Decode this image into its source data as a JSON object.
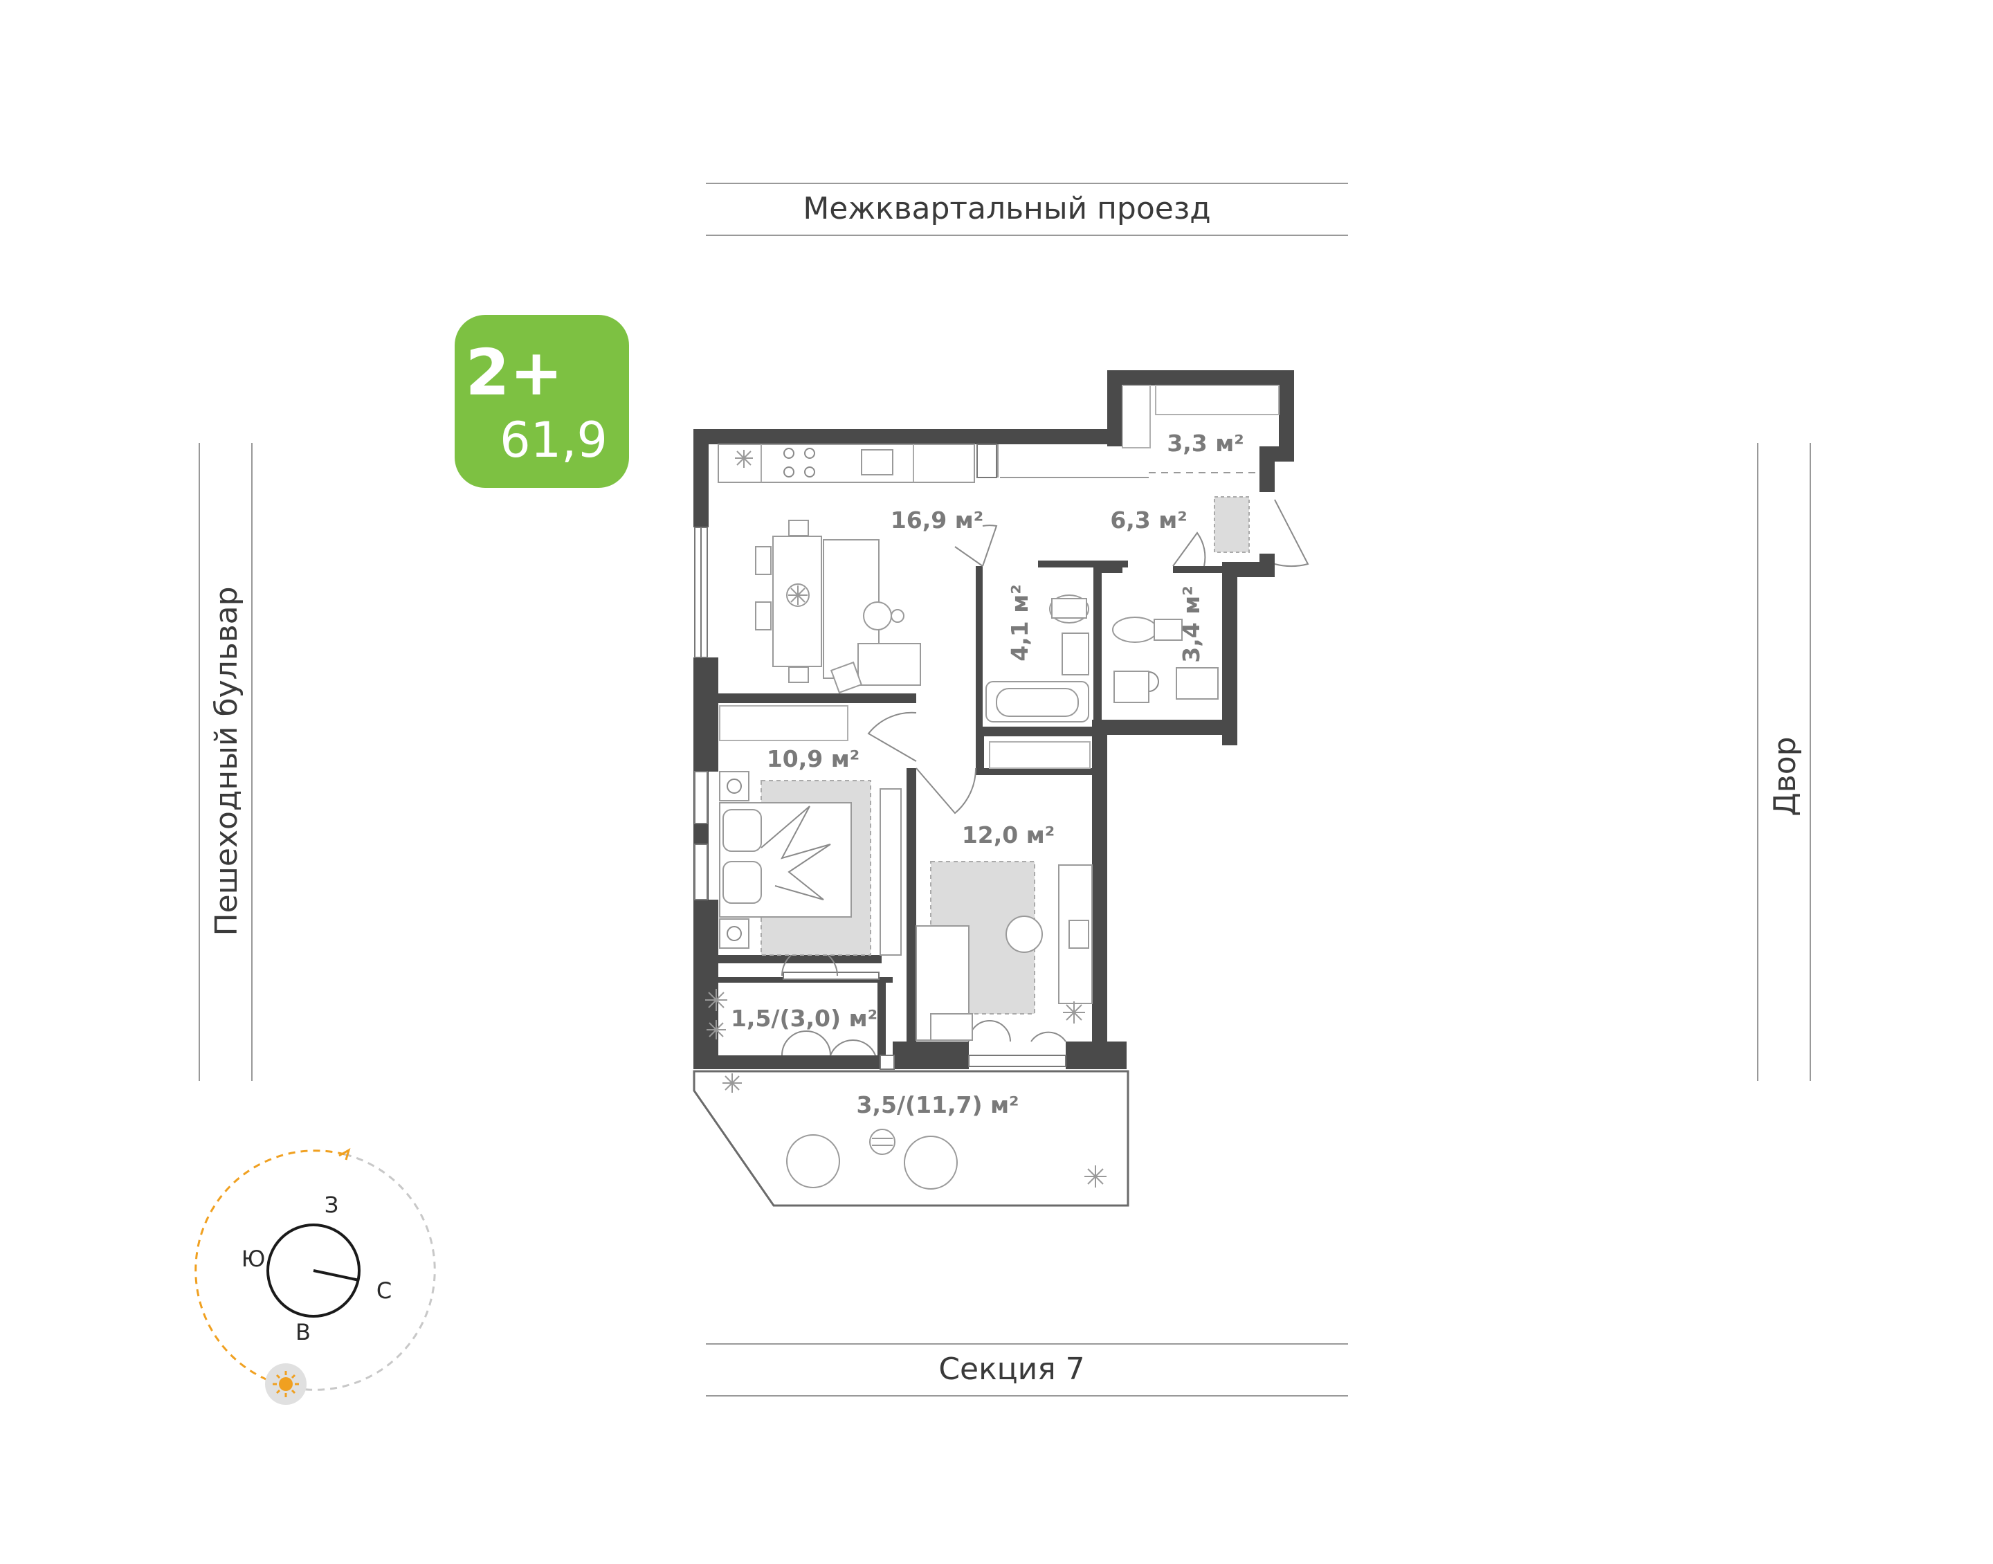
{
  "badge": {
    "rooms": "2+",
    "area": "61,9",
    "color": "#7dc142"
  },
  "streets": {
    "top": "Межквартальный проезд",
    "bottom": "Секция 7",
    "left": "Пешеходный бульвар",
    "right": "Двор"
  },
  "rooms": {
    "kitchen_living": "16,9 м²",
    "hall": "6,3 м²",
    "wardrobe": "3,3 м²",
    "bathroom": "4,1 м²",
    "wc": "3,4 м²",
    "bedroom": "10,9 м²",
    "room2": "12,0 м²",
    "loggia": "1,5/(3,0) м²",
    "balcony": "3,5/(11,7) м²"
  },
  "compass": {
    "north": "С",
    "south": "Ю",
    "east": "В",
    "west": "З",
    "sun_color": "#f0a020"
  }
}
